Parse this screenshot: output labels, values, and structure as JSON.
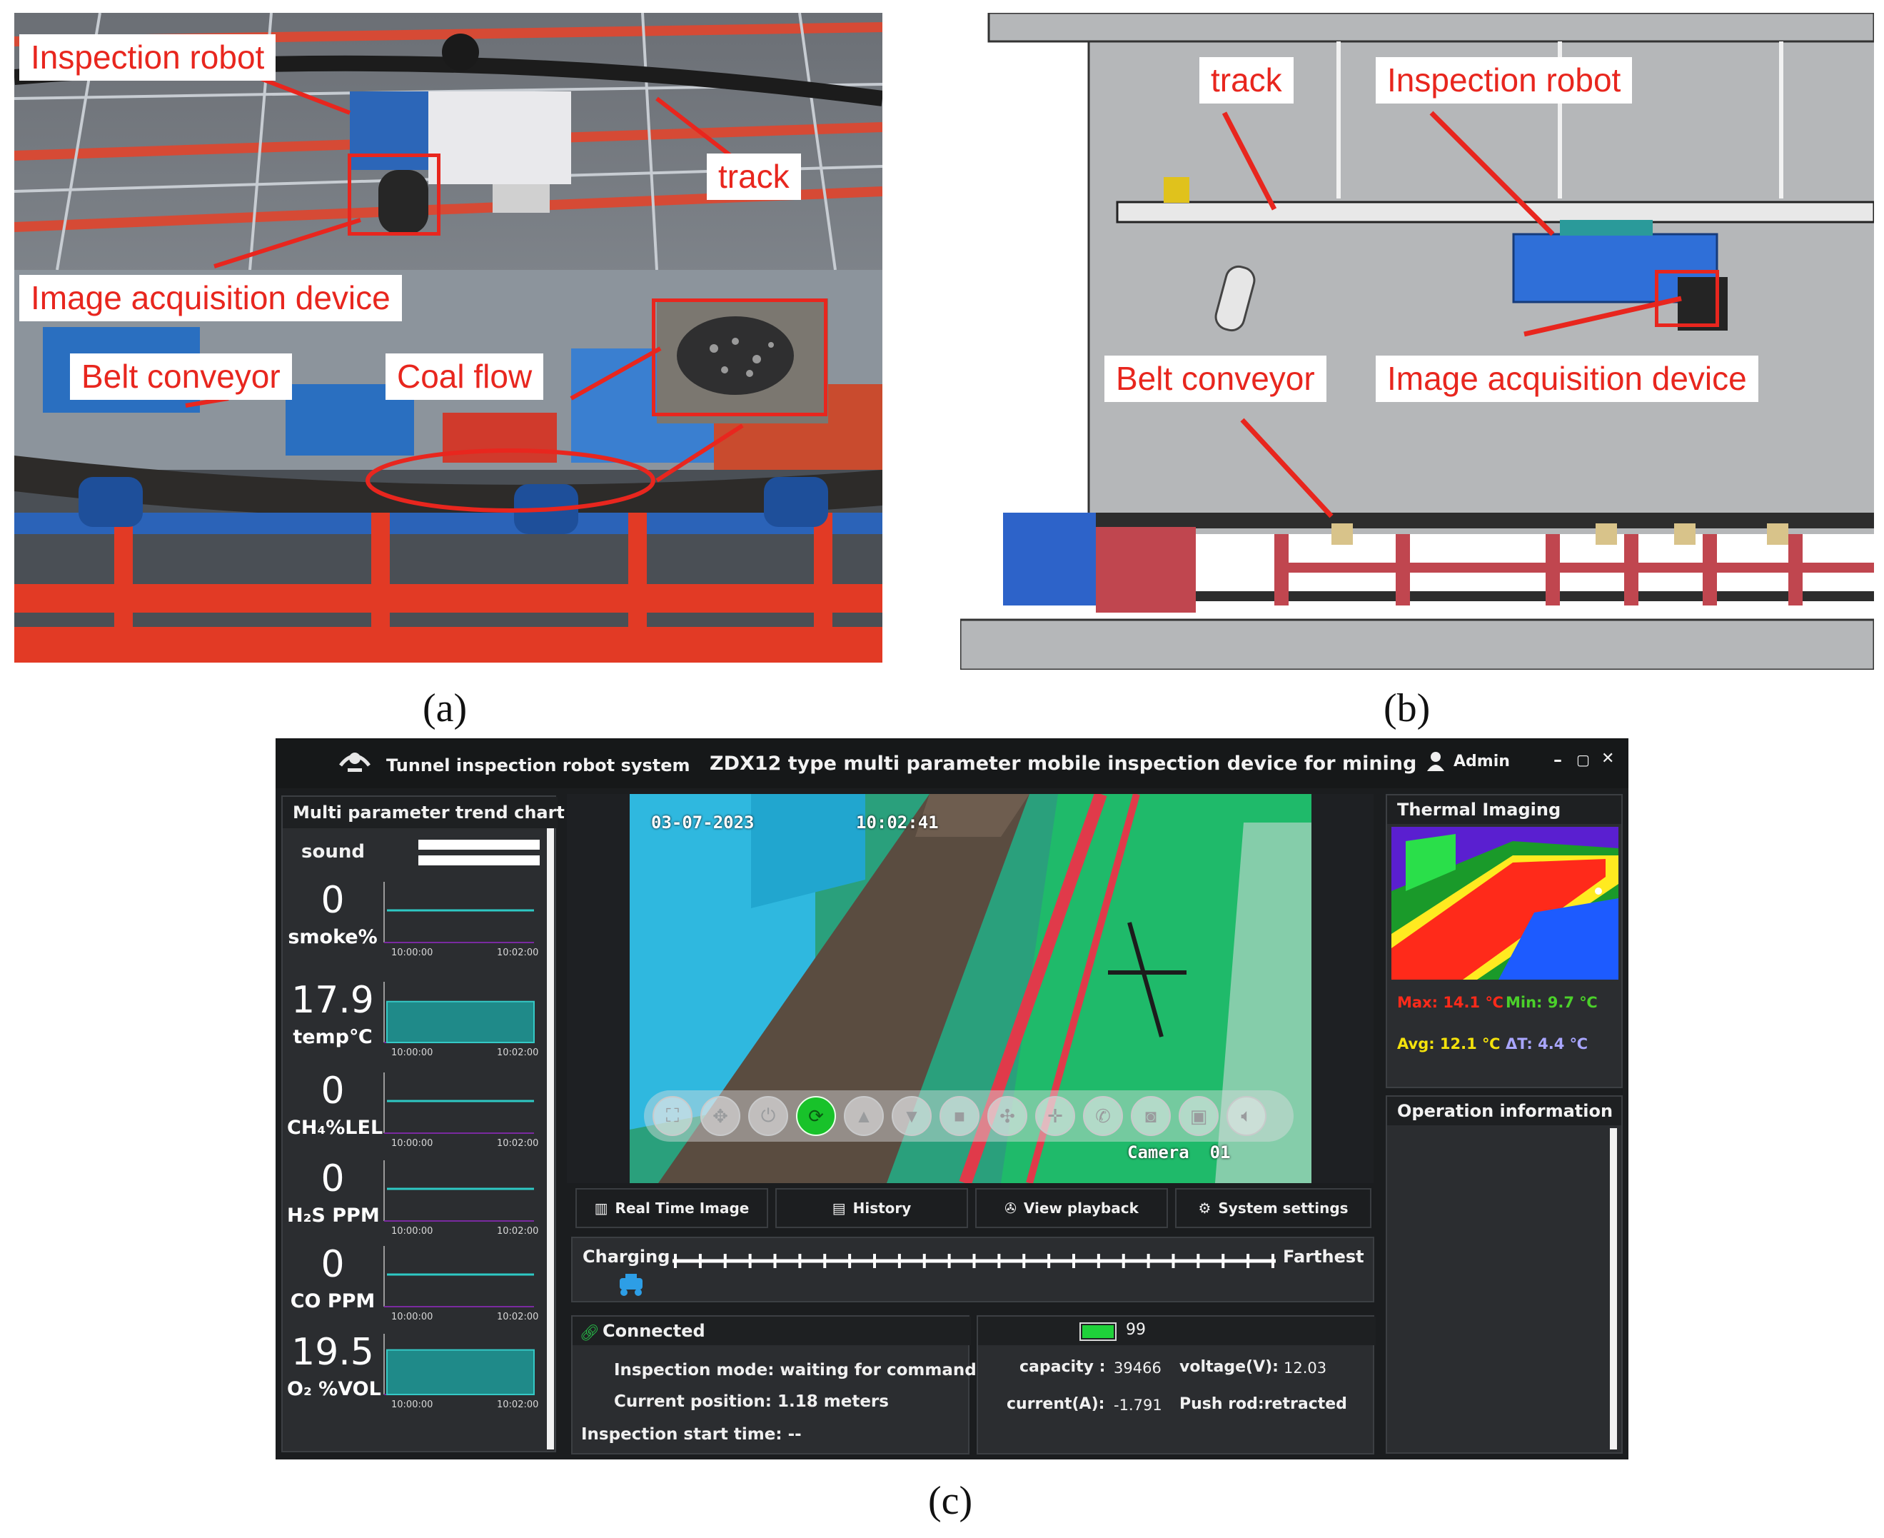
{
  "panel_a": {
    "caption": "(a)",
    "labels": {
      "inspection_robot": "Inspection robot",
      "track": "track",
      "image_acquisition_device": "Image acquisition device",
      "belt_conveyor": "Belt conveyor",
      "coal_flow": "Coal flow"
    }
  },
  "panel_b": {
    "caption": "(b)",
    "labels": {
      "track": "track",
      "inspection_robot": "Inspection robot",
      "belt_conveyor": "Belt conveyor",
      "image_acquisition_device": "Image acquisition device"
    }
  },
  "panel_c": {
    "caption": "(c)",
    "app_title": "Tunnel inspection robot system",
    "device_title": "ZDX12 type multi parameter mobile inspection device for mining",
    "user": "Admin",
    "window_controls": [
      "–",
      "▢",
      "✕"
    ],
    "trend": {
      "title": "Multi parameter trend chart",
      "sound_label": "sound",
      "x_ticks": [
        "10:00:00",
        "10:02:00"
      ],
      "rows": [
        {
          "value": "0",
          "label": "smoke%",
          "kind": "line",
          "level": 0
        },
        {
          "value": "17.9",
          "label": "temp℃",
          "kind": "area",
          "level": 17.9
        },
        {
          "value": "0",
          "label": "CH₄%LEL",
          "kind": "line",
          "level": 0
        },
        {
          "value": "0",
          "label": "H₂S PPM",
          "kind": "line",
          "level": 0
        },
        {
          "value": "0",
          "label": "CO  PPM",
          "kind": "line",
          "level": 0
        },
        {
          "value": "19.5",
          "label": "O₂ %VOL",
          "kind": "area",
          "level": 19.5
        }
      ]
    },
    "camera": {
      "date": "03-07-2023",
      "time": "10:02:41",
      "name": "Camera  01"
    },
    "tabs": [
      {
        "label": "Real Time Image",
        "icon": "film-icon"
      },
      {
        "label": "History",
        "icon": "document-icon"
      },
      {
        "label": "View playback",
        "icon": "reel-icon"
      },
      {
        "label": "System settings",
        "icon": "gear-icon"
      }
    ],
    "track_bar": {
      "start_label": "Charging",
      "end_label": "Farthest",
      "position": 0
    },
    "connection": {
      "status": "Connected",
      "mode": "Inspection mode: waiting for command",
      "position": "Current position: 1.18 meters",
      "start_time": "Inspection start time: --"
    },
    "battery": {
      "level": "99",
      "capacity_label": "capacity :",
      "capacity": "39466",
      "voltage_label": "voltage(V):",
      "voltage": "12.03",
      "current_label": "current(A):",
      "current": "-1.791",
      "push_rod": "Push rod:retracted"
    },
    "thermal": {
      "title": "Thermal Imaging",
      "max": "Max: 14.1 ℃",
      "min": "Min: 9.7 ℃",
      "avg": "Avg: 12.1 ℃",
      "delta": "ΔT:  4.4 ℃",
      "max_color": "#ff2a1a",
      "min_color": "#4bd12a",
      "avg_color": "#f4e20c",
      "delta_color": "#a9a6ff"
    },
    "operation": {
      "title": "Operation information"
    }
  }
}
